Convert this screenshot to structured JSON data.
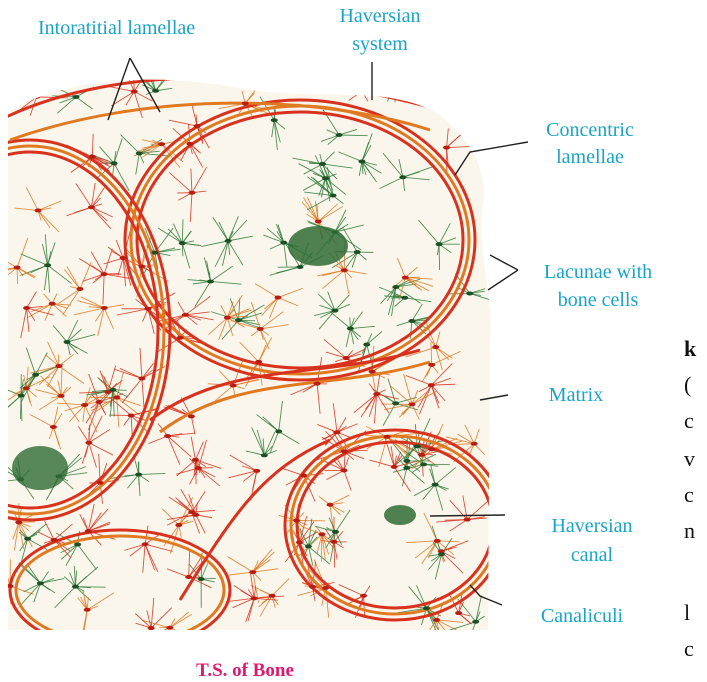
{
  "labels": {
    "interstitial": "Intoratitial lamellae",
    "haversian_system_1": "Haversian",
    "haversian_system_2": "system",
    "concentric_1": "Concentric",
    "concentric_2": "lamellae",
    "lacunae_1": "Lacunae with",
    "lacunae_2": "bone cells",
    "matrix": "Matrix",
    "canal_1": "Haversian",
    "canal_2": "canal",
    "canaliculi": "Canaliculi"
  },
  "caption": "T.S. of Bone",
  "cut_text": [
    "k",
    "(",
    "c",
    "v",
    "c",
    "n",
    "l",
    "c"
  ],
  "colors": {
    "label": "#1aa3c9",
    "caption": "#e0186e",
    "lamella_red": "#d8321e",
    "lamella_orange": "#e07a22",
    "cell_green": "#2e7d3a",
    "canal_green": "#2f6b35"
  }
}
